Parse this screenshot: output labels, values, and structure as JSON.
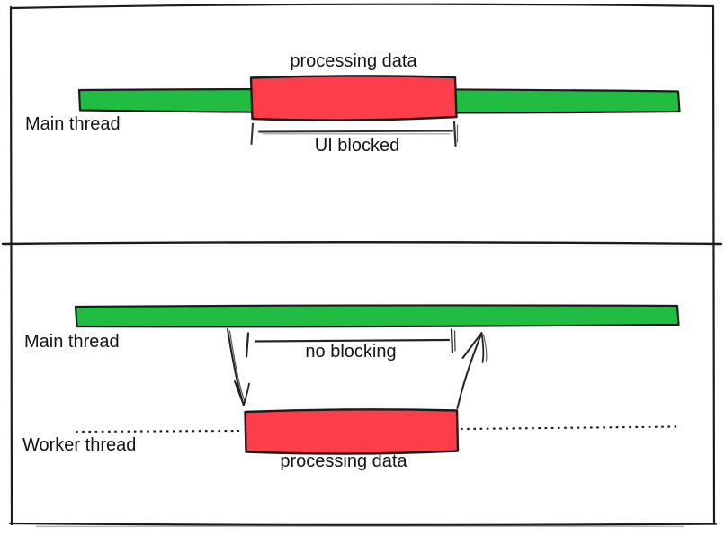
{
  "diagram": {
    "colors": {
      "thread_bar_fill": "#20bd42",
      "task_block_fill": "#fc3d4a",
      "stroke": "#1b1b1b"
    },
    "top_panel": {
      "task_label": "processing data",
      "thread_label": "Main thread",
      "measure_label": "UI blocked"
    },
    "bottom_panel": {
      "thread_label": "Main thread",
      "measure_label": "no blocking",
      "worker_label": "Worker thread",
      "task_label": "processing data"
    }
  }
}
